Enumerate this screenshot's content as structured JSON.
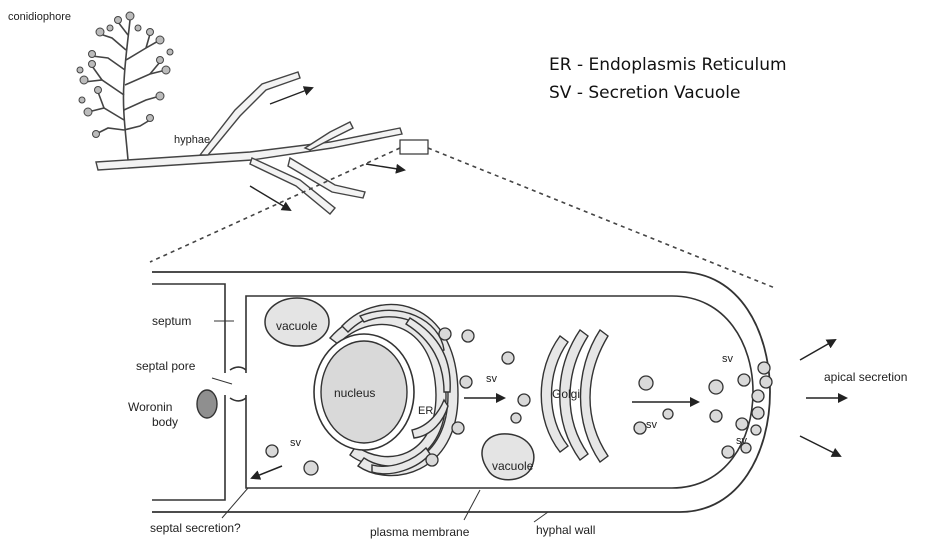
{
  "legend": {
    "er_line": "ER - Endoplasmis Reticulum",
    "sv_line": "SV - Secretion Vacuole"
  },
  "labels": {
    "conidiophore": "conidiophore",
    "hyphae": "hyphae",
    "septum": "septum",
    "septal_pore": "septal pore",
    "woronin_1": "Woronin",
    "woronin_2": "body",
    "vacuole_top": "vacuole",
    "nucleus": "nucleus",
    "er": "ER",
    "golgi": "Golgi",
    "vacuole_bottom": "vacuole",
    "sv_center": "sv",
    "sv_left": "sv",
    "sv_golgi": "sv",
    "sv_tip_top": "sv",
    "sv_tip_bottom": "sv",
    "apical_secretion": "apical secretion",
    "septal_secretion": "septal secretion?",
    "plasma_membrane": "plasma membrane",
    "hyphal_wall": "hyphal wall"
  },
  "colors": {
    "line": "#333333",
    "fill_light": "#e4e4e4",
    "woronin_fill": "#8f8f8f",
    "vesicle_fill": "#d9d9d9"
  }
}
